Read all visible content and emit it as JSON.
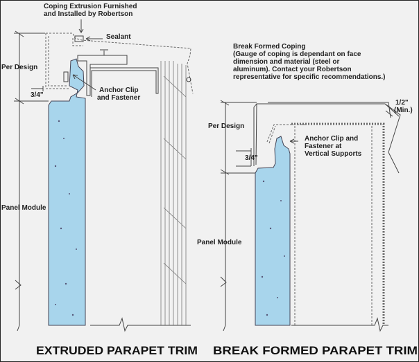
{
  "colors": {
    "panel": "#a8d5ec",
    "background": "#f1f1f1",
    "line": "#444444"
  },
  "left": {
    "title": "EXTRUDED PARAPET TRIM",
    "coping_note_line1": "Coping Extrusion Furnished",
    "coping_note_line2": "and Installed by Robertson",
    "sealant": "Sealant",
    "per_design": "Per Design",
    "dim_3_4": "3/4\"",
    "anchor_line1": "Anchor Clip",
    "anchor_line2": "and Fastener",
    "panel_module": "Panel Module"
  },
  "right": {
    "title": "BREAK FORMED PARAPET TRIM",
    "note_lines": [
      "Break Formed Coping",
      "(Gauge of coping is dependant on face",
      "dimension and material (steel or",
      "aluminum). Contact your Robertson",
      "representative for specific recommendations.)"
    ],
    "dim_half": "1/2\"",
    "dim_min": "(Min.)",
    "per_design": "Per Design",
    "dim_3_4": "3/4\"",
    "anchor_line1": "Anchor Clip and",
    "anchor_line2": "Fastener at",
    "anchor_line3": "Vertical Supports",
    "panel_module": "Panel Module"
  }
}
